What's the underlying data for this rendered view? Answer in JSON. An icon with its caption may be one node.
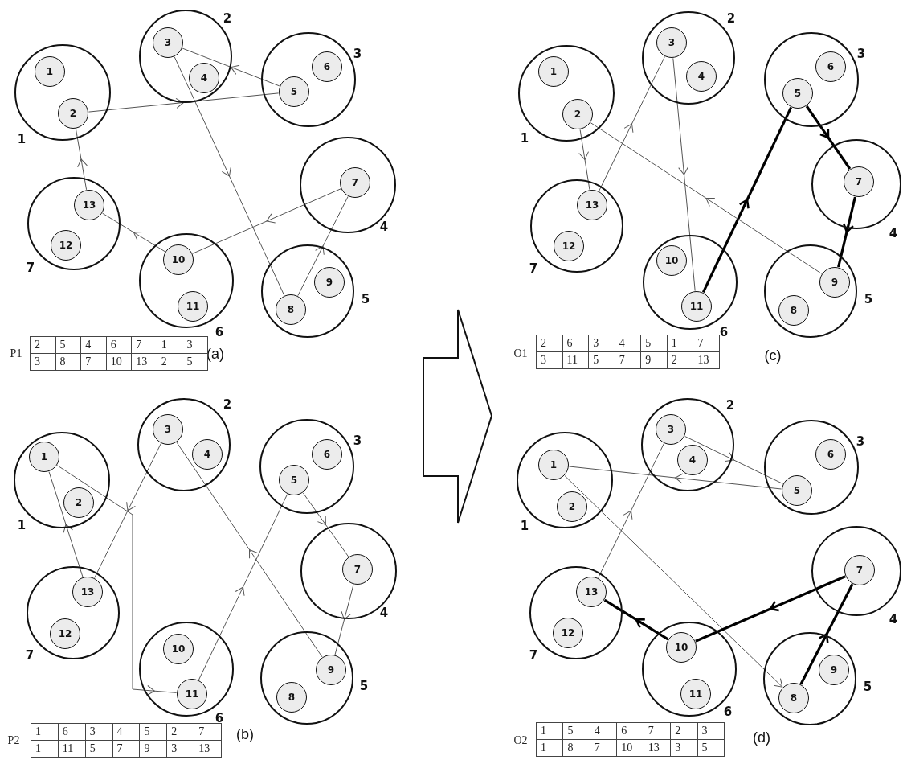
{
  "diagram": {
    "nodes": [
      {
        "text": [
          "1"
        ]
      },
      {
        "text": [
          "1"
        ],
        "in": 0
      },
      {
        "text": [
          "2"
        ],
        "in": 0
      },
      {
        "text": [
          "2"
        ]
      },
      {
        "text": [
          "3"
        ],
        "in": 3
      },
      {
        "text": [
          "4"
        ],
        "in": 3
      },
      {
        "text": [
          "3"
        ]
      },
      {
        "text": [
          "5"
        ],
        "in": 6
      },
      {
        "text": [
          "6"
        ],
        "in": 6
      },
      {
        "text": [
          "4"
        ]
      },
      {
        "text": [
          "7"
        ],
        "in": 9
      },
      {
        "text": [
          "5"
        ]
      },
      {
        "text": [
          "8"
        ],
        "in": 11
      },
      {
        "text": [
          "9"
        ],
        "in": 11
      },
      {
        "text": [
          "6"
        ]
      },
      {
        "text": [
          "10"
        ],
        "in": 14
      },
      {
        "text": [
          "11"
        ],
        "in": 14
      },
      {
        "text": [
          "7"
        ]
      },
      {
        "text": [
          "12"
        ],
        "in": 17
      },
      {
        "text": [
          "13"
        ],
        "in": 17
      },
      {
        "text": [
          "1"
        ]
      },
      {
        "text": [
          "1"
        ],
        "in": 20
      },
      {
        "text": [
          "2"
        ],
        "in": 20
      },
      {
        "text": [
          "2"
        ]
      },
      {
        "text": [
          "3"
        ],
        "in": 23
      },
      {
        "text": [
          "4"
        ],
        "in": 23
      },
      {
        "text": [
          "3"
        ]
      },
      {
        "text": [
          "5"
        ],
        "in": 26
      },
      {
        "text": [
          "6"
        ],
        "in": 26
      },
      {
        "text": [
          "4"
        ]
      },
      {
        "text": [
          "7"
        ],
        "in": 29
      },
      {
        "text": [
          "5"
        ]
      },
      {
        "text": [
          "8"
        ],
        "in": 31
      },
      {
        "text": [
          "9"
        ],
        "in": 31
      },
      {
        "text": [
          "6"
        ]
      },
      {
        "text": [
          "10"
        ],
        "in": 34
      },
      {
        "text": [
          "11"
        ],
        "in": 34
      },
      {
        "text": [
          "7"
        ]
      },
      {
        "text": [
          "12"
        ],
        "in": 37
      },
      {
        "text": [
          "13"
        ],
        "in": 37
      },
      {
        "text": [
          "1"
        ]
      },
      {
        "text": [
          "1"
        ],
        "in": 40
      },
      {
        "text": [
          "2"
        ],
        "in": 40
      },
      {
        "text": [
          "2"
        ]
      },
      {
        "text": [
          "3"
        ],
        "in": 43
      },
      {
        "text": [
          "4"
        ],
        "in": 43
      },
      {
        "text": [
          "3"
        ]
      },
      {
        "text": [
          "5"
        ],
        "in": 46
      },
      {
        "text": [
          "6"
        ],
        "in": 46
      },
      {
        "text": [
          "4"
        ]
      },
      {
        "text": [
          "7"
        ],
        "in": 49
      },
      {
        "text": [
          "5"
        ]
      },
      {
        "text": [
          "8"
        ],
        "in": 51
      },
      {
        "text": [
          "9"
        ],
        "in": 51
      },
      {
        "text": [
          "6"
        ]
      },
      {
        "text": [
          "10"
        ],
        "in": 54
      },
      {
        "text": [
          "11"
        ],
        "in": 54
      },
      {
        "text": [
          "7"
        ]
      },
      {
        "text": [
          "12"
        ],
        "in": 57
      },
      {
        "text": [
          "13"
        ],
        "in": 57
      },
      {
        "text": [
          "1"
        ]
      },
      {
        "text": [
          "1"
        ],
        "in": 60
      },
      {
        "text": [
          "2"
        ],
        "in": 60
      },
      {
        "text": [
          "2"
        ]
      },
      {
        "text": [
          "3"
        ],
        "in": 63
      },
      {
        "text": [
          "4"
        ],
        "in": 63
      },
      {
        "text": [
          "3"
        ]
      },
      {
        "text": [
          "5"
        ],
        "in": 66
      },
      {
        "text": [
          "6"
        ],
        "in": 66
      },
      {
        "text": [
          "4"
        ]
      },
      {
        "text": [
          "7"
        ],
        "in": 69
      },
      {
        "text": [
          "5"
        ]
      },
      {
        "text": [
          "8"
        ],
        "in": 71
      },
      {
        "text": [
          "9"
        ],
        "in": 71
      },
      {
        "text": [
          "6"
        ]
      },
      {
        "text": [
          "10"
        ],
        "in": 74
      },
      {
        "text": [
          "11"
        ],
        "in": 74
      },
      {
        "text": [
          "7"
        ]
      },
      {
        "text": [
          "12"
        ],
        "in": 77
      },
      {
        "text": [
          "13"
        ],
        "in": 77
      }
    ],
    "edges": [
      {
        "from": 2,
        "to": 7,
        "arrow": "to"
      },
      {
        "from": 7,
        "to": 4,
        "arrow": "to"
      },
      {
        "from": 4,
        "to": 12,
        "arrow": "to"
      },
      {
        "from": 12,
        "to": 10,
        "arrow": "to"
      },
      {
        "from": 10,
        "to": 15,
        "arrow": "to"
      },
      {
        "from": 15,
        "to": 19,
        "arrow": "to"
      },
      {
        "from": 19,
        "to": 2,
        "arrow": "to"
      },
      {
        "from": 22,
        "to": 39,
        "arrow": "to"
      },
      {
        "from": 39,
        "to": 24,
        "arrow": "to"
      },
      {
        "from": 24,
        "to": 36,
        "arrow": "to"
      },
      {
        "from": 36,
        "to": 27,
        "arrow": "to",
        "style": "thick"
      },
      {
        "from": 27,
        "to": 30,
        "arrow": "to",
        "style": "thick"
      },
      {
        "from": 30,
        "to": 33,
        "arrow": "to",
        "style": "thick"
      },
      {
        "from": 33,
        "to": 22,
        "arrow": "to"
      },
      {
        "from": 41,
        "to": 56,
        "arrow": "to"
      },
      {
        "from": 56,
        "to": 47,
        "arrow": "to"
      },
      {
        "from": 47,
        "to": 50,
        "arrow": "to"
      },
      {
        "from": 50,
        "to": 53,
        "arrow": "to"
      },
      {
        "from": 53,
        "to": 44,
        "arrow": "to"
      },
      {
        "from": 44,
        "to": 59,
        "arrow": "to"
      },
      {
        "from": 59,
        "to": 41,
        "arrow": "to"
      },
      {
        "from": 61,
        "to": 72,
        "arrow": "to"
      },
      {
        "from": 72,
        "to": 70,
        "arrow": "to",
        "style": "thick"
      },
      {
        "from": 70,
        "to": 75,
        "arrow": "to",
        "style": "thick"
      },
      {
        "from": 75,
        "to": 79,
        "arrow": "to",
        "style": "thick"
      },
      {
        "from": 79,
        "to": 64,
        "arrow": "to"
      },
      {
        "from": 64,
        "to": 67,
        "arrow": "to"
      },
      {
        "from": 67,
        "to": 61,
        "arrow": "to"
      }
    ],
    "labels": [
      "P1",
      "2",
      "5",
      "4",
      "6",
      "7",
      "1",
      "3",
      "3",
      "8",
      "7",
      "10",
      "13",
      "2",
      "5",
      "(a)",
      "O1",
      "2",
      "6",
      "3",
      "4",
      "5",
      "1",
      "7",
      "3",
      "11",
      "5",
      "7",
      "9",
      "2",
      "13",
      "(c)",
      "P2",
      "1",
      "6",
      "3",
      "4",
      "5",
      "2",
      "7",
      "1",
      "11",
      "5",
      "7",
      "9",
      "3",
      "13",
      "(b)",
      "O2",
      "1",
      "5",
      "4",
      "6",
      "7",
      "2",
      "3",
      "1",
      "8",
      "7",
      "10",
      "13",
      "3",
      "5",
      "(d)"
    ]
  }
}
